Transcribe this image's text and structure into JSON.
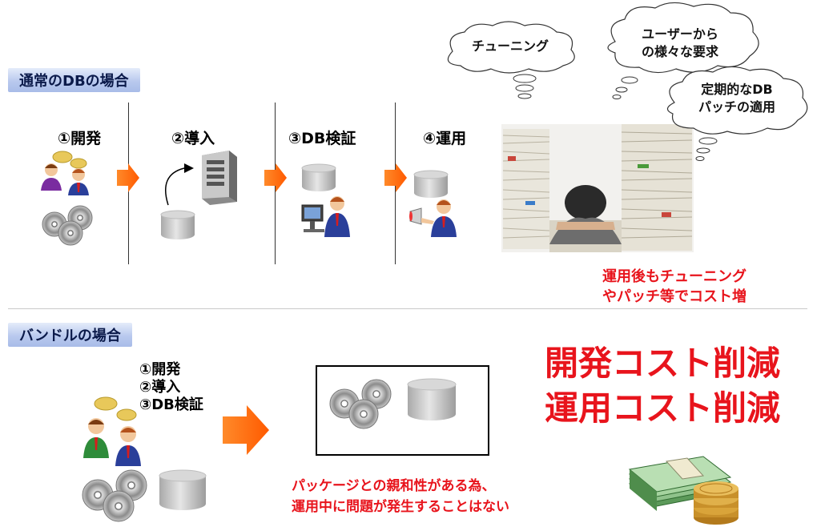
{
  "sections": {
    "normal": "通常のDBの場合",
    "bundle": "バンドルの場合"
  },
  "steps": {
    "develop": "①開発",
    "deploy": "②導入",
    "verify": "③DB検証",
    "operate": "④運用"
  },
  "bundle_steps": [
    "①開発",
    "②導入",
    "③DB検証"
  ],
  "clouds": {
    "tuning": "チューニング",
    "user_req_line1": "ユーザーから",
    "user_req_line2": "の様々な要求",
    "patch_line1": "定期的なDB",
    "patch_line2": "パッチの適用"
  },
  "notes": {
    "cost_up_line1": "運用後もチューニング",
    "cost_up_line2": "やパッチ等でコスト増",
    "dev_cost": "開発コスト削減",
    "ops_cost": "運用コスト削減",
    "affinity_line1": "パッケージとの親和性がある為、",
    "affinity_line2": "運用中に問題が発生することはない"
  },
  "colors": {
    "arrow": "#ff6a00",
    "red": "#e8141c",
    "label_bg": "#b9c9ee"
  }
}
